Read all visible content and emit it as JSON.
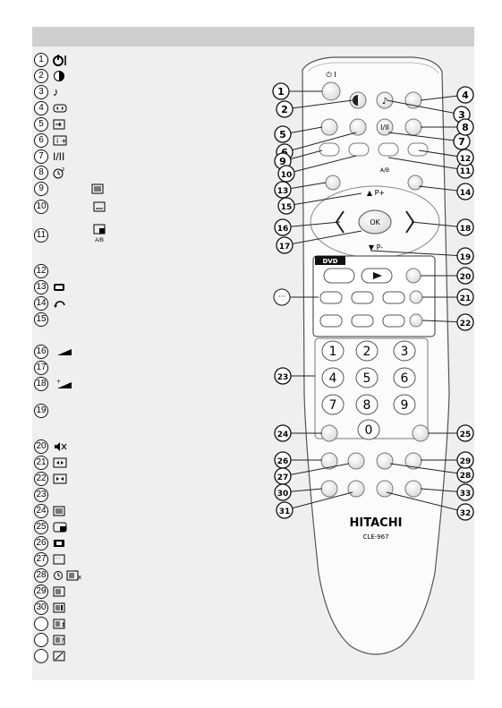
{
  "legend": {
    "rows": [
      {
        "num": "1",
        "symbol": "power-standby",
        "offset": 0
      },
      {
        "num": "2",
        "symbol": "contrast",
        "offset": 18
      },
      {
        "num": "3",
        "symbol": "music-note",
        "offset": 36
      },
      {
        "num": "4",
        "symbol": "picture-size",
        "offset": 54
      },
      {
        "num": "5",
        "symbol": "source",
        "offset": 72
      },
      {
        "num": "6",
        "symbol": "info",
        "offset": 90
      },
      {
        "num": "7",
        "symbol": "I/II",
        "offset": 108,
        "text": "I/II"
      },
      {
        "num": "8",
        "symbol": "sleep-timer",
        "offset": 126
      },
      {
        "num": "9",
        "symbol": "teletext",
        "offset": 144
      },
      {
        "num": "10",
        "symbol": "subtitle",
        "offset": 164
      },
      {
        "num": "11",
        "symbol": "pip-ab",
        "offset": 196,
        "sub": "A/B"
      },
      {
        "num": "12",
        "symbol": "",
        "offset": 236
      },
      {
        "num": "13",
        "symbol": "menu",
        "offset": 254
      },
      {
        "num": "14",
        "symbol": "return",
        "offset": 272
      },
      {
        "num": "15",
        "symbol": "",
        "offset": 290
      },
      {
        "num": "16",
        "symbol": "volume-down",
        "offset": 326
      },
      {
        "num": "17",
        "symbol": "",
        "offset": 344
      },
      {
        "num": "18",
        "symbol": "volume-up",
        "offset": 362
      },
      {
        "num": "19",
        "symbol": "",
        "offset": 392
      },
      {
        "num": "20",
        "symbol": "mute",
        "offset": 432
      },
      {
        "num": "21",
        "symbol": "zoom-in",
        "offset": 450
      },
      {
        "num": "22",
        "symbol": "zoom-out",
        "offset": 468
      },
      {
        "num": "23",
        "symbol": "",
        "offset": 486
      },
      {
        "num": "24",
        "symbol": "teletext",
        "offset": 504
      },
      {
        "num": "25",
        "symbol": "pip",
        "offset": 522
      },
      {
        "num": "26",
        "symbol": "mix",
        "offset": 540
      },
      {
        "num": "27",
        "symbol": "subpage",
        "offset": 558
      },
      {
        "num": "28",
        "symbol": "time-cancel",
        "offset": 576
      },
      {
        "num": "29",
        "symbol": "hold",
        "offset": 594
      },
      {
        "num": "30",
        "symbol": "index",
        "offset": 612
      },
      {
        "num": "",
        "symbol": "size",
        "offset": 630
      },
      {
        "num": "",
        "symbol": "reveal",
        "offset": 648
      },
      {
        "num": "",
        "symbol": "update",
        "offset": 666
      }
    ]
  },
  "remote": {
    "brand": "HITACHI",
    "model": "CLE-967",
    "dvd_label": "DVD",
    "standby_mark": "⏻ I",
    "pr_up": "▲ P+",
    "pr_down": "▼ P-",
    "ok": "OK",
    "dual_mark": "I/II",
    "ab_mark": "A/B",
    "digits": [
      "1",
      "2",
      "3",
      "4",
      "5",
      "6",
      "7",
      "8",
      "9",
      "0"
    ],
    "more_callout": "···"
  },
  "callouts": [
    "1",
    "2",
    "3",
    "4",
    "5",
    "6",
    "7",
    "8",
    "9",
    "10",
    "11",
    "12",
    "13",
    "14",
    "15",
    "16",
    "17",
    "18",
    "19",
    "20",
    "21",
    "22",
    "23",
    "24",
    "25",
    "26",
    "27",
    "28",
    "29",
    "30",
    "31",
    "32",
    "33"
  ]
}
